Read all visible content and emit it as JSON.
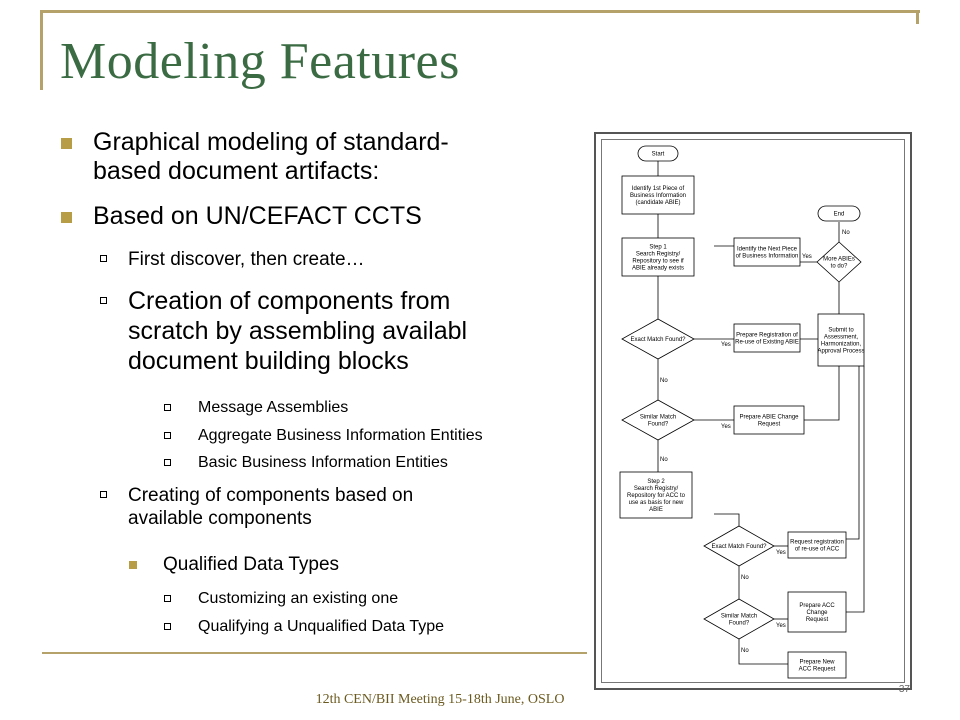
{
  "slide": {
    "title": "Modeling Features",
    "footer": "12th CEN/BII Meeting 15-18th June, OSLO",
    "page_number": "37"
  },
  "outline": [
    {
      "level": 0,
      "lines": [
        "Graphical modeling of standard-",
        "based document artifacts:"
      ]
    },
    {
      "level": 0,
      "lines": [
        "Based on UN/CEFACT CCTS"
      ]
    },
    {
      "level": 1,
      "lines": [
        "First discover, then create…"
      ]
    },
    {
      "level": 1,
      "big": true,
      "lines": [
        "Creation of components from",
        "scratch  by assembling availabl",
        "document building blocks"
      ]
    },
    {
      "level": 2,
      "lines": [
        "Message Assemblies"
      ]
    },
    {
      "level": 2,
      "lines": [
        "Aggregate Business Information Entities"
      ]
    },
    {
      "level": 2,
      "lines": [
        "Basic Business Information Entities"
      ]
    },
    {
      "level": 1,
      "lines": [
        "Creating of components based on",
        "available components"
      ]
    },
    {
      "level": 3,
      "lines": [
        "Qualified Data Types"
      ]
    },
    {
      "level": 2,
      "lines": [
        "Customizing an existing one"
      ]
    },
    {
      "level": 2,
      "lines": [
        "Qualifying a Unqualified Data Type"
      ]
    }
  ],
  "flowchart": {
    "start": "Start",
    "end": "End",
    "identify_first": [
      "Identify 1st Piece of",
      "Business Information",
      "(candidate ABIE)"
    ],
    "step1": [
      "Step 1",
      "Search Registry/",
      "Repository to see if",
      "ABIE already exists"
    ],
    "identify_next": [
      "Identify the Next Piece",
      "of Business Information"
    ],
    "more_abies": [
      "More ABIEs",
      "to do?"
    ],
    "exact_match": [
      "Exact Match Found?"
    ],
    "prepare_reuse": [
      "Prepare Registration of",
      "Re-use of Existing ABIE"
    ],
    "submit": [
      "Submit to",
      "Assessment,",
      "Harmonization,",
      "Approval Process"
    ],
    "similar_match": [
      "Similar Match",
      "Found?"
    ],
    "prepare_abie_change": [
      "Prepare ABIE Change",
      "Request"
    ],
    "step2": [
      "Step 2",
      "Search Registry/",
      "Repository for ACC to",
      "use as basis for new",
      "ABIE"
    ],
    "exact_match_2": [
      "Exact Match Found?"
    ],
    "request_reg_acc": [
      "Request registration",
      "of re-use of  ACC"
    ],
    "similar_match_2": [
      "Similar Match",
      "Found?"
    ],
    "prepare_acc_change": [
      "Prepare ACC",
      "Change",
      "Request"
    ],
    "prepare_new_acc": [
      "Prepare New",
      "ACC Request"
    ],
    "yes": "Yes",
    "no": "No"
  }
}
